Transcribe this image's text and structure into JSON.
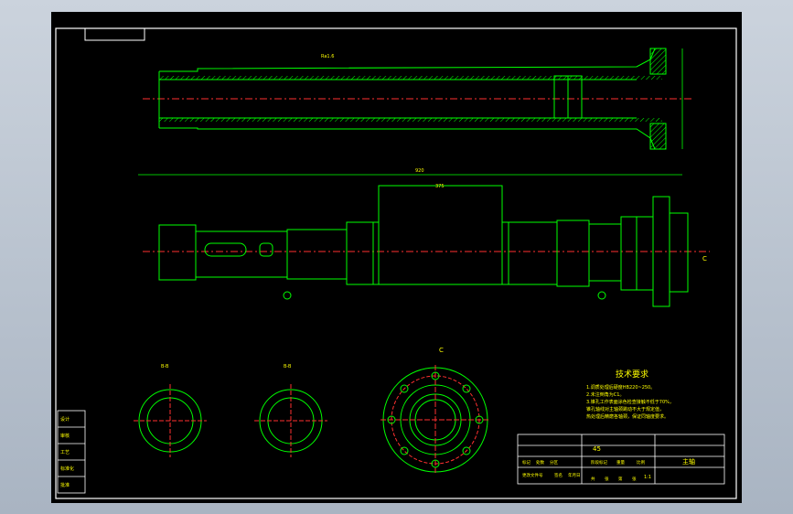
{
  "window": {
    "title": "CAD drawing viewport"
  },
  "colors": {
    "background_gradient_top": "#cbd3dd",
    "background_gradient_bottom": "#a9b4c2",
    "sheet": "#000000",
    "frame": "#ffffff",
    "geometry": "#00ff00",
    "centerline": "#ff3030",
    "dimension": "#00ff00",
    "text_yellow": "#ffff00",
    "hatch": "#00ff00"
  },
  "icons": [
    "center-mark-icon"
  ],
  "labels": {
    "tech_title": "技术要求",
    "tech_lines": [
      "1.调质处理后硬度HB220~250。",
      "2.未注倒角为C1。",
      "3.锥孔工作表面涂色检查接触不低于70%，",
      "锥孔轴线对主轴颈跳动不大于规定值，",
      "热处理后精磨各轴颈，保证同轴度要求。"
    ],
    "section_c": "C",
    "section_c2": "C",
    "section_b1": "B-B",
    "section_b2": "B-B",
    "title_name": "主轴",
    "title_material": "45",
    "scale": "1:1",
    "dim_total": "920",
    "dim_mid": "375",
    "ra_top": "Ra1.6",
    "left_block": [
      "设计",
      "审核",
      "工艺",
      "标准化",
      "批准"
    ],
    "title_cells": [
      "标记",
      "处数",
      "分区",
      "更改文件号",
      "签名",
      "年月日"
    ],
    "title_cells2": [
      "阶段标记",
      "重量",
      "比例"
    ],
    "title_cells3": [
      "共",
      "张",
      "第",
      "张"
    ]
  }
}
